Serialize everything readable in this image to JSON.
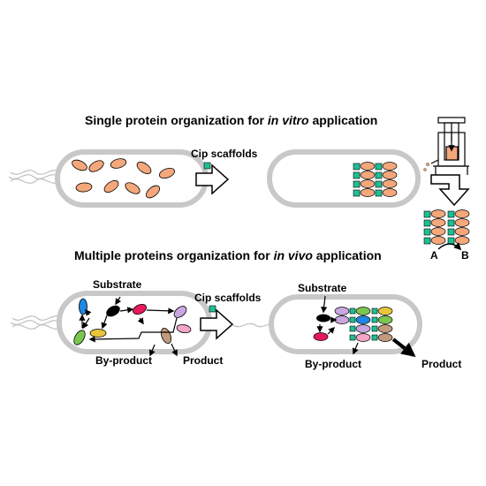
{
  "titles": {
    "top": {
      "pre": "Single protein organization for ",
      "em": "in vitro",
      "post": " application"
    },
    "bottom": {
      "pre": "Multiple proteins organization for ",
      "em": "in vivo",
      "post": " application"
    }
  },
  "labels": {
    "cip_top": "Cip scaffolds",
    "cip_bottom": "Cip scaffolds",
    "substrate_left": "Substrate",
    "substrate_right": "Substrate",
    "byproduct_left": "By-product",
    "byproduct_right": "By-product",
    "product_left": "Product",
    "product_right": "Product",
    "a": "A",
    "b": "B"
  },
  "colors": {
    "cell_outline": "#c8c8c8",
    "protein": "#f4a77a",
    "scaffold": "#1fbf95",
    "blue": "#1e88e5",
    "black": "#000000",
    "magenta": "#e6195a",
    "lavender": "#c9a6e0",
    "green": "#7ac74f",
    "yellow": "#e8c53a",
    "brown": "#c29a7e",
    "pink": "#f3a6c8",
    "syringe_fill": "#f4a77a"
  }
}
